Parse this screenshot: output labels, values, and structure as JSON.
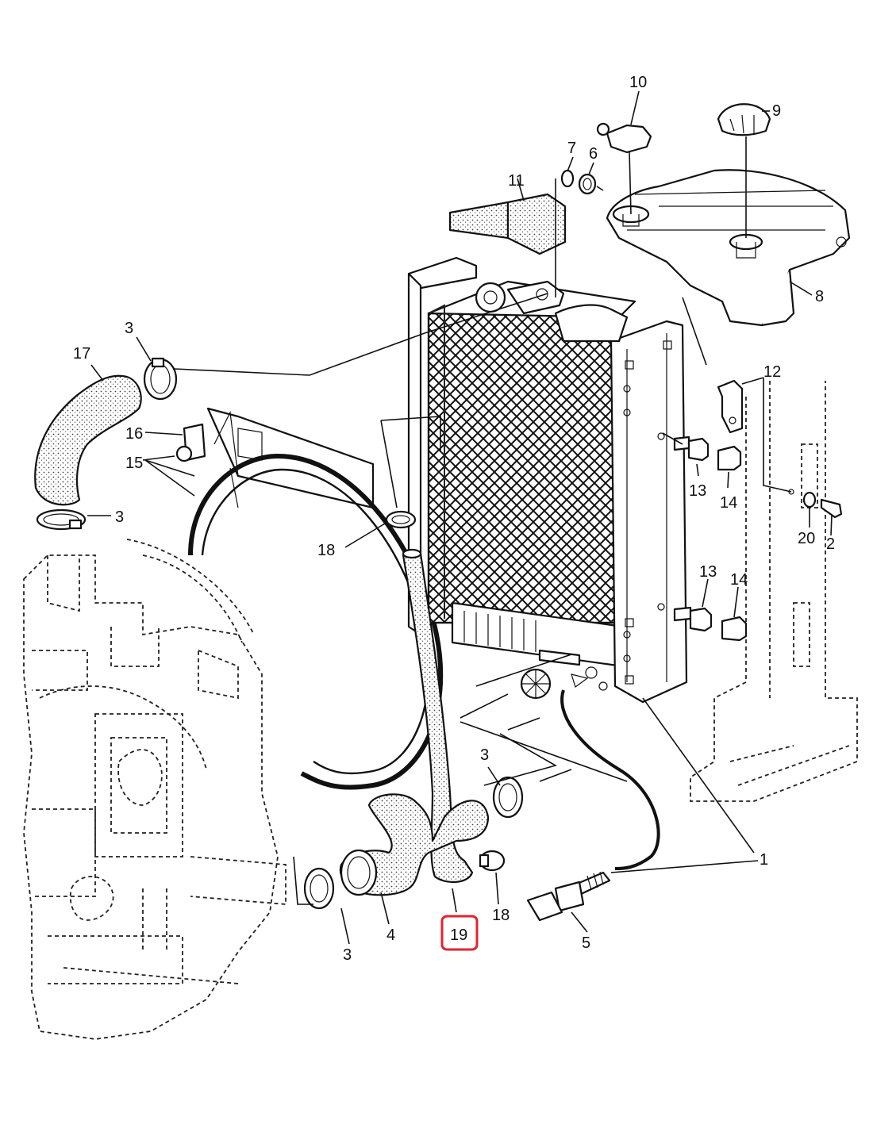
{
  "theme": {
    "highlight_color": "#e0242e",
    "line_color": "#111111"
  },
  "callouts": [
    {
      "id": "1",
      "text": "1"
    },
    {
      "id": "2",
      "text": "2"
    },
    {
      "id": "3a",
      "text": "3"
    },
    {
      "id": "3b",
      "text": "3"
    },
    {
      "id": "3c",
      "text": "3"
    },
    {
      "id": "3d",
      "text": "3"
    },
    {
      "id": "4",
      "text": "4"
    },
    {
      "id": "5",
      "text": "5"
    },
    {
      "id": "6",
      "text": "6"
    },
    {
      "id": "7",
      "text": "7"
    },
    {
      "id": "8",
      "text": "8"
    },
    {
      "id": "9",
      "text": "9"
    },
    {
      "id": "10",
      "text": "10"
    },
    {
      "id": "11",
      "text": "11"
    },
    {
      "id": "12",
      "text": "12"
    },
    {
      "id": "13a",
      "text": "13"
    },
    {
      "id": "13b",
      "text": "13"
    },
    {
      "id": "14a",
      "text": "14"
    },
    {
      "id": "14b",
      "text": "14"
    },
    {
      "id": "15",
      "text": "15"
    },
    {
      "id": "16",
      "text": "16"
    },
    {
      "id": "17",
      "text": "17"
    },
    {
      "id": "18a",
      "text": "18"
    },
    {
      "id": "18b",
      "text": "18"
    },
    {
      "id": "19",
      "text": "19",
      "highlighted": true
    },
    {
      "id": "20",
      "text": "20"
    }
  ]
}
